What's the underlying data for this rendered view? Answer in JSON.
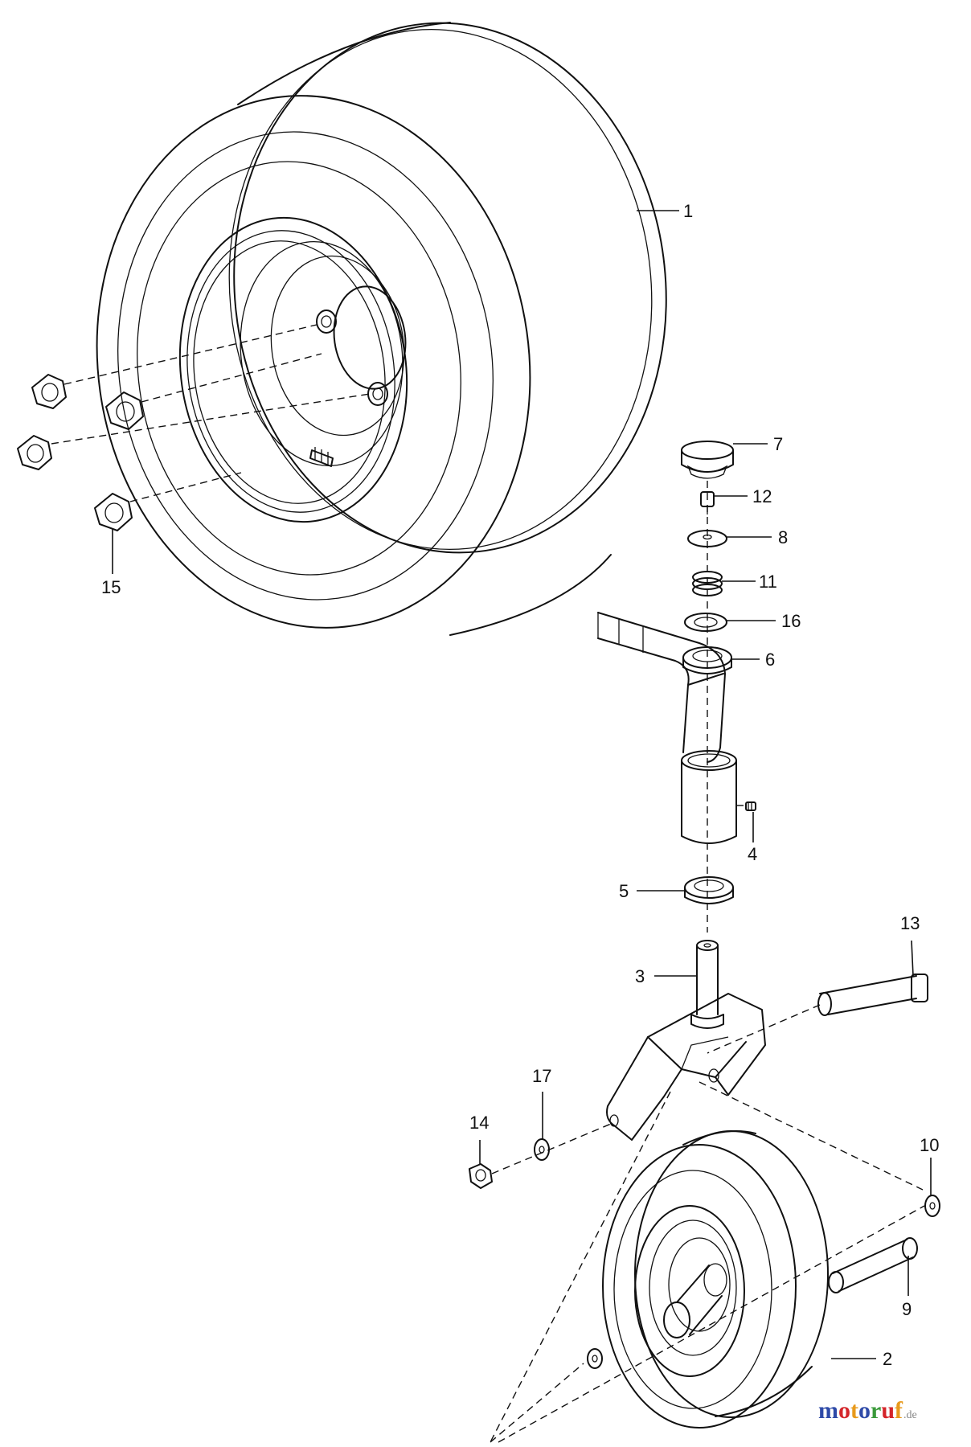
{
  "callouts": [
    {
      "part": "1"
    },
    {
      "part": "2"
    },
    {
      "part": "3"
    },
    {
      "part": "4"
    },
    {
      "part": "5"
    },
    {
      "part": "6"
    },
    {
      "part": "7"
    },
    {
      "part": "8"
    },
    {
      "part": "9"
    },
    {
      "part": "10"
    },
    {
      "part": "11"
    },
    {
      "part": "12"
    },
    {
      "part": "13"
    },
    {
      "part": "14"
    },
    {
      "part": "15"
    },
    {
      "part": "16"
    },
    {
      "part": "17"
    }
  ],
  "watermark": {
    "letters": [
      "m",
      "o",
      "t",
      "o",
      "r",
      "u",
      "f"
    ],
    "colors": [
      "#2e4aa8",
      "#d4252a",
      "#e89a1c",
      "#2e4aa8",
      "#3a9a3a",
      "#d4252a",
      "#e89a1c"
    ],
    "suffix": ".de"
  }
}
